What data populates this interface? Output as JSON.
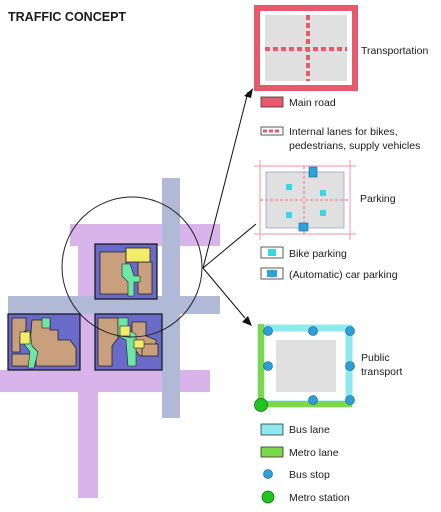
{
  "title": "TRAFFIC CONCEPT",
  "panels": {
    "transportation": {
      "label": "Transportation"
    },
    "parking": {
      "label": "Parking"
    },
    "public_transport": {
      "label_line1": "Public",
      "label_line2": "transport"
    }
  },
  "legend": {
    "main_road": "Main road",
    "internal_lanes_line1": "Internal lanes for bikes,",
    "internal_lanes_line2": "pedestrians, supply vehicles",
    "bike_parking": "Bike parking",
    "car_parking": "(Automatic) car parking",
    "bus_lane": "Bus lane",
    "metro_lane": "Metro lane",
    "bus_stop": "Bus stop",
    "metro_station": "Metro station"
  },
  "colors": {
    "main_road": "#e8596c",
    "internal_lane": "#e8596c",
    "bike_parking": "#3ad6e8",
    "car_parking": "#2aa3dd",
    "bus_lane": "#8ee8ef",
    "metro_lane": "#7cd84a",
    "bus_stop": "#2c9fd8",
    "metro_station": "#22c422",
    "avenue_purple": "#d8b4ea",
    "avenue_blue": "#b0b9d6",
    "block_fill": "#6a6ac8",
    "building_tan": "#c9a07e",
    "green_path": "#6ee6a6",
    "yellow_space": "#f2ec6a",
    "block_gray": "#e0e0e0"
  }
}
